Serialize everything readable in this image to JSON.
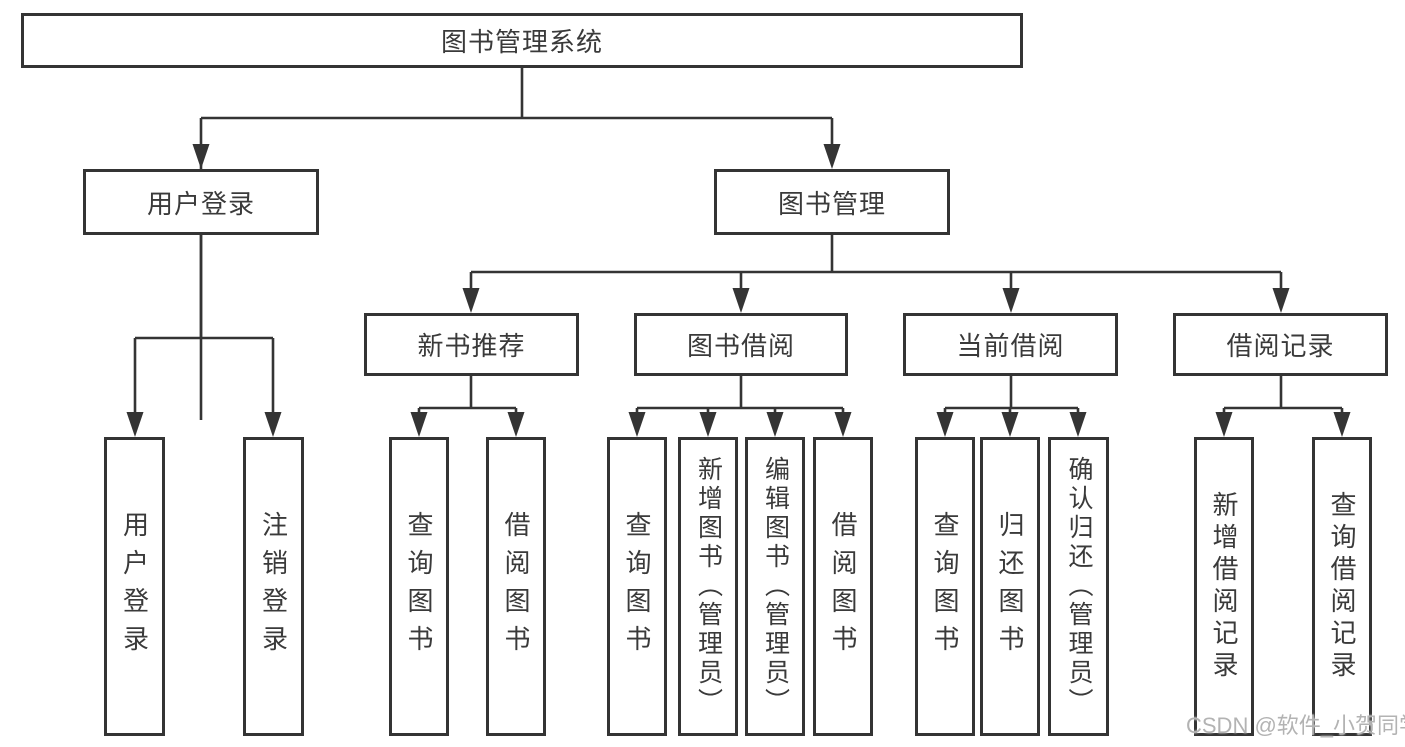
{
  "diagram": {
    "root": {
      "label": "图书管理系统"
    },
    "level1": {
      "user_login": {
        "label": "用户登录"
      },
      "book_mgmt": {
        "label": "图书管理"
      }
    },
    "level2": {
      "new_books": {
        "label": "新书推荐"
      },
      "book_borrow": {
        "label": "图书借阅"
      },
      "current_borrow": {
        "label": "当前借阅"
      },
      "borrow_records": {
        "label": "借阅记录"
      }
    },
    "leaves": {
      "user_login": {
        "label": "用户登录"
      },
      "logout": {
        "label": "注销登录"
      },
      "nb_query": {
        "label": "查询图书"
      },
      "nb_borrow": {
        "label": "借阅图书"
      },
      "bb_query": {
        "label": "查询图书"
      },
      "bb_add": {
        "label": "新增图书（管理员）"
      },
      "bb_edit": {
        "label": "编辑图书（管理员）"
      },
      "bb_borrow": {
        "label": "借阅图书"
      },
      "cb_query": {
        "label": "查询图书"
      },
      "cb_return": {
        "label": "归还图书"
      },
      "cb_confirm": {
        "label": "确认归还（管理员）"
      },
      "rec_add": {
        "label": "新增借阅记录"
      },
      "rec_query": {
        "label": "查询借阅记录"
      }
    },
    "watermark": "CSDN @软件_小贺同学",
    "colors": {
      "line": "#343434",
      "text": "#3a3a3a",
      "watermark": "#b3b3b3",
      "background": "#ffffff"
    }
  }
}
